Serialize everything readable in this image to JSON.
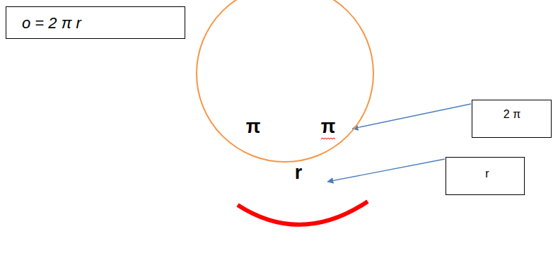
{
  "diagram": {
    "nodes": [
      {
        "text": [
          "o = 2 π r"
        ]
      },
      {
        "text": [
          "π",
          "π",
          "r"
        ]
      },
      {
        "text": [
          "2 π"
        ]
      },
      {
        "text": [
          "r"
        ]
      }
    ],
    "edges": [
      {
        "from": 2,
        "to": 1,
        "arrow": "to"
      },
      {
        "from": 3,
        "to": 1,
        "arrow": "to"
      }
    ]
  }
}
